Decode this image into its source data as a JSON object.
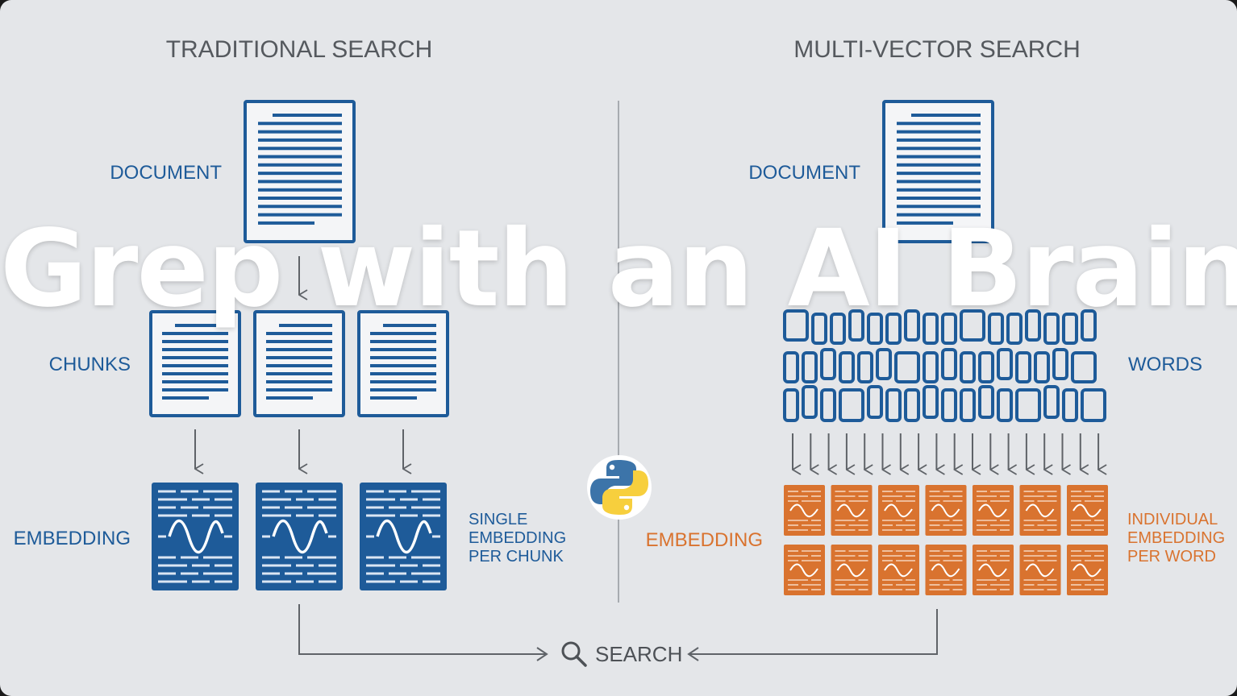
{
  "overlay_title": "Grep with an AI Brain",
  "left": {
    "heading": "TRADITIONAL SEARCH",
    "document_label": "DOCUMENT",
    "chunks_label": "CHUNKS",
    "embedding_label": "EMBEDDING",
    "note_lines": [
      "SINGLE",
      "EMBEDDING",
      "PER CHUNK"
    ]
  },
  "right": {
    "heading": "MULTI-VECTOR SEARCH",
    "document_label": "DOCUMENT",
    "words_label": "WORDS",
    "embedding_label": "EMBEDDING",
    "note_lines": [
      "INDIVIDUAL",
      "EMBEDDING",
      "PER WORD"
    ]
  },
  "search_label": "SEARCH",
  "center_icon": "python-logo-icon",
  "colors": {
    "background": "#e4e6e9",
    "blue": "#1e5b99",
    "orange": "#d9732f",
    "grey": "#5f6368"
  }
}
